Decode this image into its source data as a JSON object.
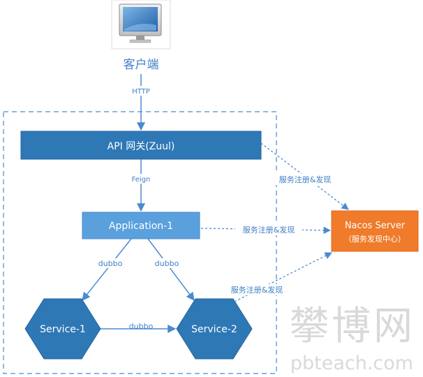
{
  "client": {
    "label": "客户端",
    "icon": "computer-monitor-icon"
  },
  "edges": {
    "http": "HTTP",
    "feign": "Feign",
    "dubbo_left": "dubbo",
    "dubbo_right": "dubbo",
    "dubbo_bottom": "dubbo",
    "register_gateway": "服务注册&发现",
    "register_app": "服务注册&发现",
    "register_service": "服务注册&发现"
  },
  "nodes": {
    "gateway": "API 网关(Zuul)",
    "application": "Application-1",
    "service1": "Service-1",
    "service2": "Service-2",
    "nacos_title": "Nacos Server",
    "nacos_subtitle": "（服务发现中心）"
  },
  "watermark": {
    "cn": "攀博网",
    "url": "pbteach.com"
  },
  "colors": {
    "gateway_fill": "#2e78b6",
    "light_blue": "#5aa0dd",
    "nacos_fill": "#ef7b2b",
    "line": "#4a8ad0",
    "text_blue": "#3f7fc6"
  }
}
